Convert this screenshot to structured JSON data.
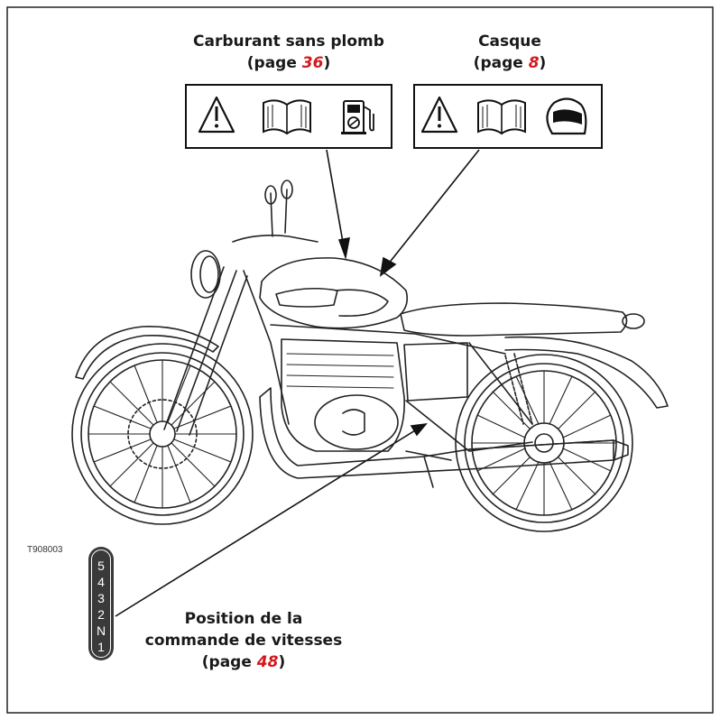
{
  "fuel_label": {
    "title": "Carburant sans plomb",
    "page_prefix": "(page ",
    "page_number": "36",
    "page_suffix": ")"
  },
  "helmet_label": {
    "title": "Casque",
    "page_prefix": "(page ",
    "page_number": "8",
    "page_suffix": ")"
  },
  "gear_label": {
    "line1": "Position de la",
    "line2": "commande de vitesses",
    "page_prefix": "(page ",
    "page_number": "48",
    "page_suffix": ")"
  },
  "gear_positions": [
    "5",
    "4",
    "3",
    "2",
    "N",
    "1"
  ],
  "figure_code": "T908003",
  "colors": {
    "page_ref": "#d4181f",
    "line": "#1a1a1a",
    "gear_badge": "#3a3a3a"
  },
  "icons": [
    "warning-icon",
    "manual-book-icon",
    "fuel-pump-icon",
    "helmet-icon"
  ]
}
